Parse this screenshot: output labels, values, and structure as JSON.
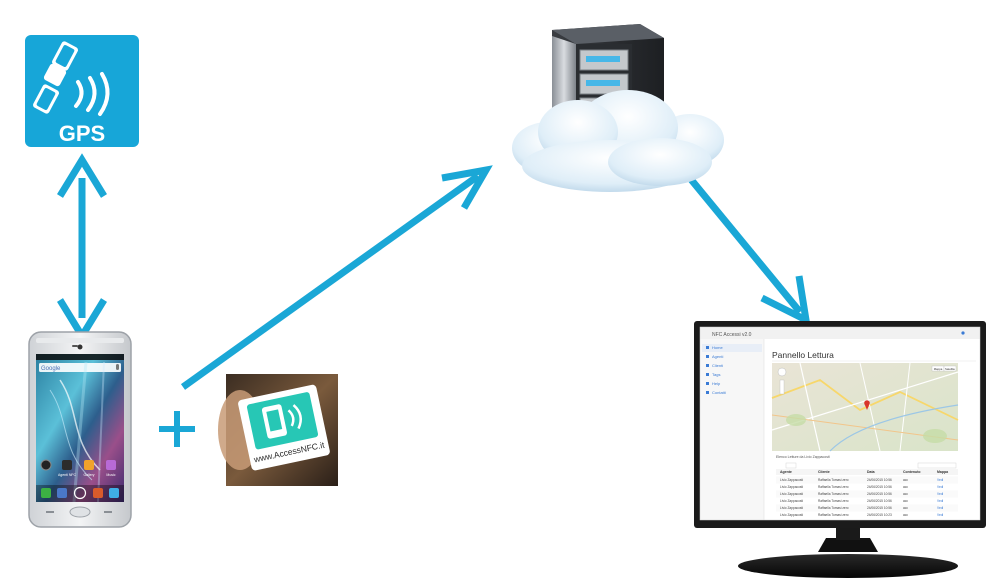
{
  "colors": {
    "arrow": "#1aa7d6",
    "gps_bg": "#17a6d8",
    "monitor_frame": "#1b1b1b",
    "server_light": "#46b7e8"
  },
  "gps_tile": {
    "label": "GPS",
    "icon": "satellite-icon"
  },
  "nfc_tag": {
    "text": "www.AccessNFC.it",
    "icon": "nfc-phone-icon"
  },
  "plus": {
    "symbol": "+"
  },
  "dashboard": {
    "app_title": "NFC Accessi v2.0",
    "page_title": "Pannello Lettura",
    "sidebar": [
      {
        "label": "Home"
      },
      {
        "label": "Agenti"
      },
      {
        "label": "Clienti"
      },
      {
        "label": "Tags"
      },
      {
        "label": "Help"
      },
      {
        "label": "Contatti"
      }
    ],
    "map_buttons": [
      "Mappa",
      "Satellite"
    ],
    "map_caption": "Elenco Letture da Livio Zappacosti",
    "table": {
      "columns": [
        "Agente",
        "Cliente",
        "Data",
        "Contenuto",
        "Mappa"
      ],
      "rows": [
        [
          "Livio Zappacosti",
          "Raffaella Tomasi zero",
          "24/06/2015 10:56",
          "acc",
          "Vedi"
        ],
        [
          "Livio Zappacosti",
          "Raffaella Tomasi zero",
          "24/06/2015 10:56",
          "acc",
          "Vedi"
        ],
        [
          "Livio Zappacosti",
          "Raffaella Tomasi zero",
          "24/06/2015 10:56",
          "acc",
          "Vedi"
        ],
        [
          "Livio Zappacosti",
          "Raffaella Tomasi zero",
          "24/06/2015 10:56",
          "acc",
          "Vedi"
        ],
        [
          "Livio Zappacosti",
          "Raffaella Tomasi zero",
          "24/06/2015 10:56",
          "acc",
          "Vedi"
        ],
        [
          "Livio Zappacosti",
          "Raffaella Tomasi zero",
          "24/06/2015 10:23",
          "acc",
          "Vedi"
        ]
      ]
    }
  },
  "phone": {
    "search_label": "Google",
    "apps": [
      "Agenti NFC",
      "Gallery",
      "Music"
    ]
  }
}
